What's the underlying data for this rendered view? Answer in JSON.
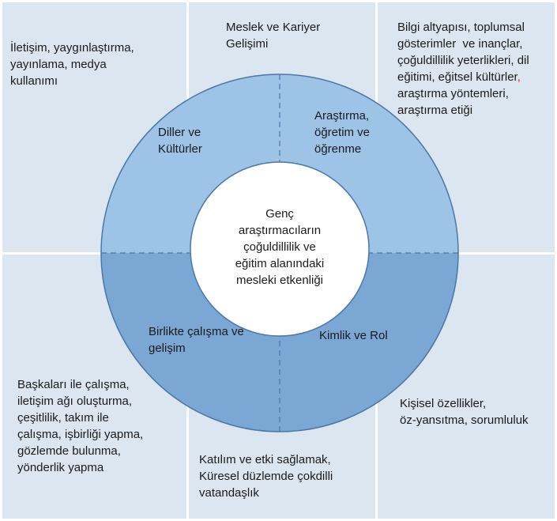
{
  "center": {
    "label": "Genç\naraştırmacıların\nçoğuldillilik ve\neğitim alanındaki\nmesleki etkenliği"
  },
  "segments": [
    {
      "label": "Diller ve\nKültürler"
    },
    {
      "label": "Araştırma,\nöğretim ve\nöğrenme"
    },
    {
      "label": "Birlikte çalışma ve\ngelişim"
    },
    {
      "label": "Kimlik ve Rol"
    }
  ],
  "panels": {
    "top_left": "İletişim, yaygınlaştırma,\nyayınlama, medya\nkullanımı",
    "top_center": "Meslek ve Kariyer\nGelişimi",
    "top_right": {
      "line1": "Bilgi altyapısı, toplumsal",
      "line2": "gösterimler  ve inançlar,",
      "line3": "çoğuldillilik yeterlikleri, dil",
      "line4_main": "eğitimi, eğitsel kültürler",
      "line4_mark": ",",
      "line5": "araştırma yöntemleri,",
      "line6": "araştırma etiği"
    },
    "bottom_left": "Başkaları ile çalışma,\niletişim ağı oluşturma,\nçeşitlilik, takım ile\nçalışma, işbirliği yapma,\ngözlemde bulunma,\nyönderlik yapma",
    "bottom_center": "Katılım ve etki sağlamak,\nKüresel düzlemde çokdilli\nvatandaşlık",
    "bottom_right": "Kişisel özellikler,\nöz-yansıtma, sorumluluk"
  },
  "colors": {
    "panel_bg": "#dce6f1",
    "ring_top": "#9dc3e6",
    "ring_bottom": "#7ba7d4",
    "ring_stroke": "#4a77a8",
    "center_fill": "#ffffff",
    "highlight_mark": "#e02020"
  }
}
